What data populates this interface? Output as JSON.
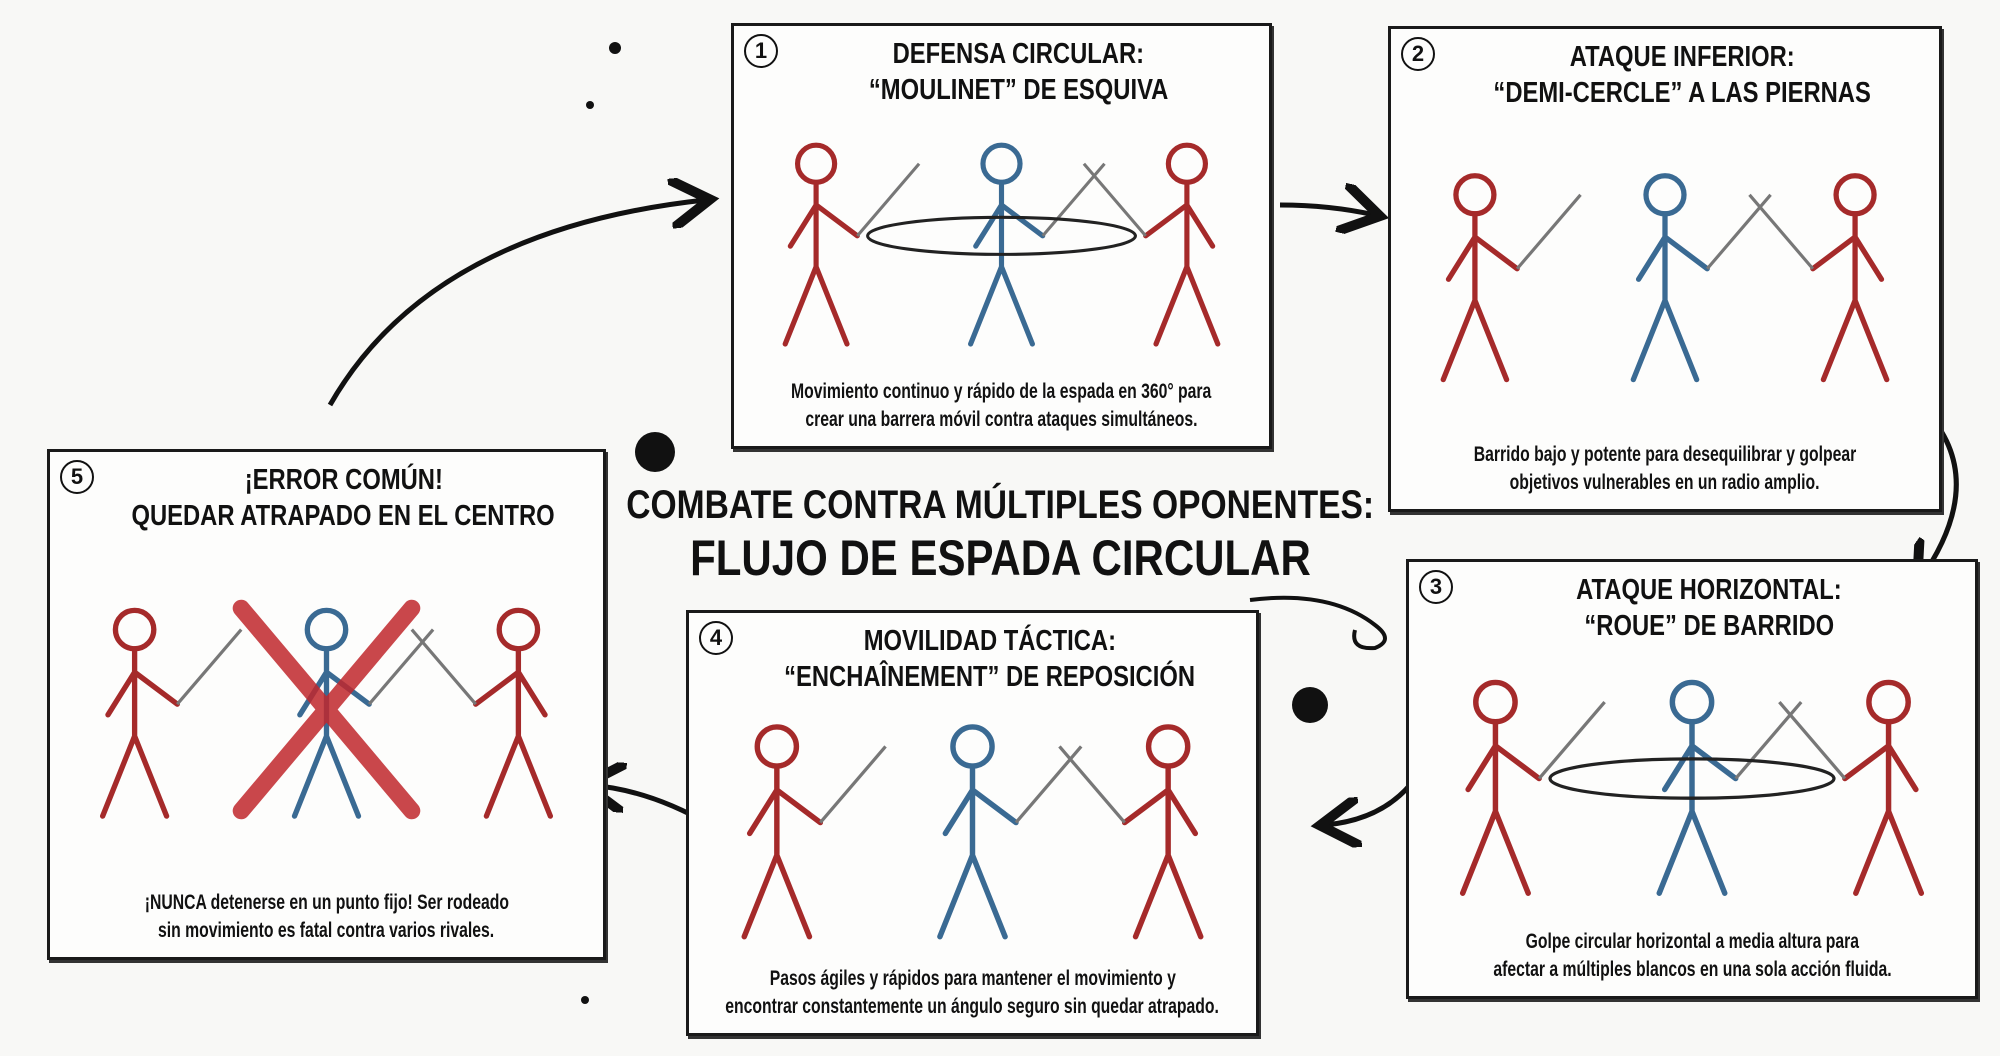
{
  "title": {
    "line1": "COMBATE CONTRA MÚLTIPLES OPONENTES:",
    "line2": "FLUJO DE ESPADA CIRCULAR"
  },
  "colors": {
    "enemy": "#a52a2a",
    "player": "#3a6a93",
    "ink": "#111111"
  },
  "panels": [
    {
      "number": "1",
      "title": "DEFENSA CIRCULAR:\n“MOULINET” DE ESQUIVA",
      "title_l1": "DEFENSA CIRCULAR:",
      "title_l2": "“MOULINET” DE ESQUIVA",
      "desc_l1": "Movimiento continuo y rápido de la espada en 360° para",
      "desc_l2": "crear una barrera móvil contra ataques simultáneos."
    },
    {
      "number": "2",
      "title_l1": "ATAQUE INFERIOR:",
      "title_l2": "“DEMI-CERCLE” A LAS PIERNAS",
      "desc_l1": "Barrido bajo y potente para desequilibrar y golpear",
      "desc_l2": "objetivos vulnerables en un radio amplio."
    },
    {
      "number": "3",
      "title_l1": "ATAQUE HORIZONTAL:",
      "title_l2": "“ROUE” DE BARRIDO",
      "desc_l1": "Golpe circular horizontal a media altura para",
      "desc_l2": "afectar a múltiples blancos en una sola acción fluida."
    },
    {
      "number": "4",
      "title_l1": "MOVILIDAD TÁCTICA:",
      "title_l2": "“ENCHAÎNEMENT” DE REPOSICIÓN",
      "desc_l1": "Pasos ágiles y rápidos para mantener el movimiento y",
      "desc_l2": "encontrar constantemente un ángulo seguro sin quedar atrapado."
    },
    {
      "number": "5",
      "title_l1": "¡ERROR COMÚN!",
      "title_l2": "QUEDAR ATRAPADO EN EL CENTRO",
      "desc_l1": "¡NUNCA detenerse en un punto fijo! Ser rodeado",
      "desc_l2": "sin movimiento es fatal contra varios rivales."
    }
  ]
}
